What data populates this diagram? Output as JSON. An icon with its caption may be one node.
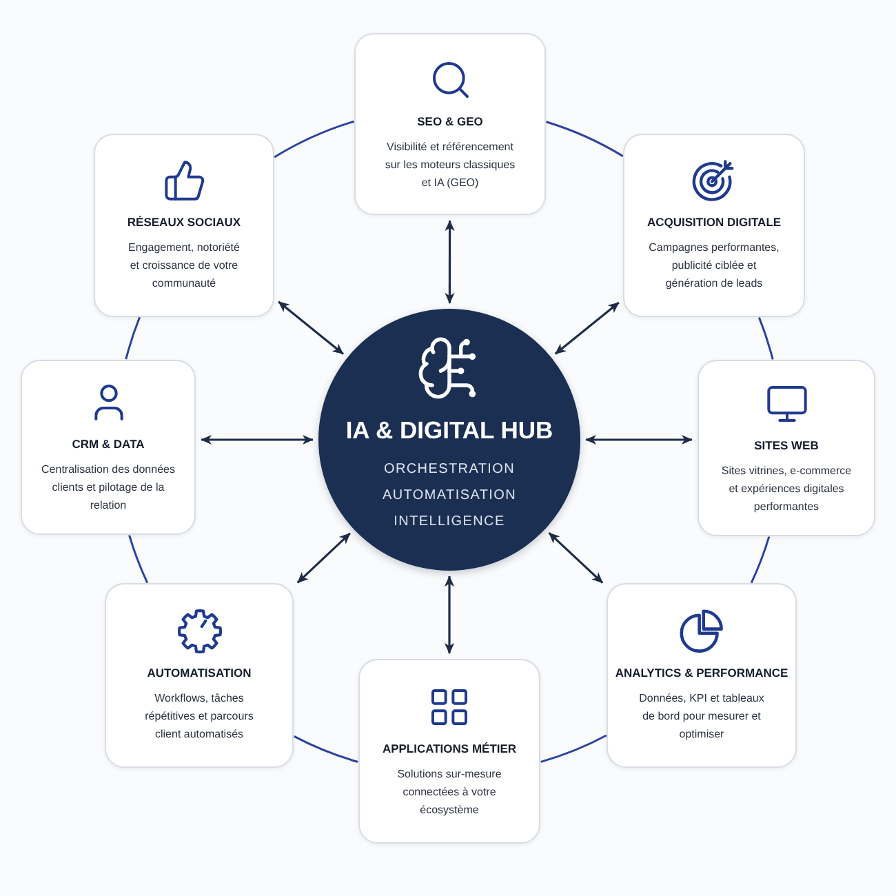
{
  "diagram": {
    "nodes": [
      {
        "text": [
          "SEO & GEO",
          "Visibilité et référencement sur les moteurs classiques et IA (GEO)"
        ]
      },
      {
        "text": [
          "RÉSEAUX SOCIAUX",
          "Engagement, notoriété et croissance de votre communauté"
        ]
      },
      {
        "text": [
          "ACQUISITION DIGITALE",
          "Campagnes performantes, publicité ciblée et génération de leads"
        ]
      },
      {
        "text": [
          "CRM & DATA",
          "Centralisation des données clients et pilotage de la relation"
        ]
      },
      {
        "text": [
          "IA & DIGITAL HUB",
          "ORCHESTRATION",
          "AUTOMATISATION",
          "INTELLIGENCE"
        ]
      },
      {
        "text": [
          "SITES WEB",
          "Sites vitrines, e-commerce et expériences digitales performantes"
        ]
      },
      {
        "text": [
          "AUTOMATISATION",
          "Workflows, tâches répétitives et parcours client automatisés"
        ]
      },
      {
        "text": [
          "APPLICATIONS MÉTIER",
          "Solutions sur-mesure connectées à votre écosystème"
        ]
      },
      {
        "text": [
          "ANALYTICS & PERFORMANCE",
          "Données, KPI et tableaux de bord pour mesurer et optimiser"
        ]
      }
    ],
    "edges": [
      {
        "from": 4,
        "to": 0,
        "arrow": "both"
      },
      {
        "from": 4,
        "to": 1,
        "arrow": "both"
      },
      {
        "from": 4,
        "to": 2,
        "arrow": "both"
      },
      {
        "from": 4,
        "to": 3,
        "arrow": "both"
      },
      {
        "from": 4,
        "to": 5,
        "arrow": "both"
      },
      {
        "from": 4,
        "to": 6,
        "arrow": "both"
      },
      {
        "from": 4,
        "to": 7,
        "arrow": "both"
      },
      {
        "from": 4,
        "to": 8,
        "arrow": "both"
      },
      {
        "from": 1,
        "to": 0,
        "arrow": "none",
        "color": "#2a44a0"
      },
      {
        "from": 0,
        "to": 2,
        "arrow": "none",
        "color": "#2a44a0"
      },
      {
        "from": 2,
        "to": 5,
        "arrow": "none",
        "color": "#2a44a0"
      },
      {
        "from": 5,
        "to": 8,
        "arrow": "none",
        "color": "#2a44a0"
      },
      {
        "from": 8,
        "to": 7,
        "arrow": "none",
        "color": "#2a44a0"
      },
      {
        "from": 7,
        "to": 6,
        "arrow": "none",
        "color": "#2a44a0"
      },
      {
        "from": 6,
        "to": 3,
        "arrow": "none",
        "color": "#2a44a0"
      },
      {
        "from": 3,
        "to": 1,
        "arrow": "none",
        "color": "#2a44a0"
      }
    ]
  }
}
